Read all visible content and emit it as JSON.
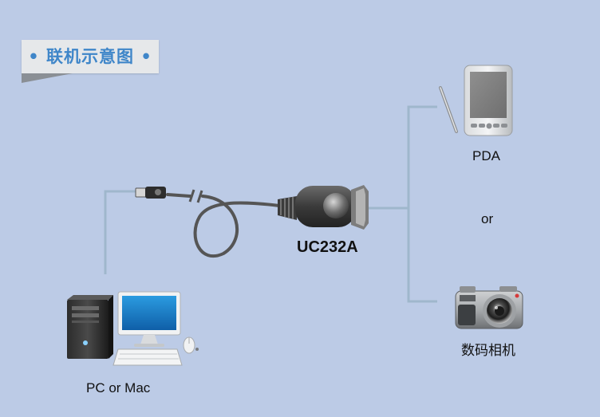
{
  "title": {
    "text": "联机示意图",
    "dot": "•"
  },
  "labels": {
    "pda": "PDA",
    "or": "or",
    "camera": "数码相机",
    "adapter": "UC232A",
    "pc": "PC or Mac"
  },
  "colors": {
    "background": "#bccbe6",
    "title_text": "#3f86c9",
    "connector_line": "#9fb7cc",
    "cable": "#555555"
  },
  "icons": [
    "pda-icon",
    "stylus-icon",
    "camera-icon",
    "pc-tower-icon",
    "monitor-icon",
    "keyboard-icon",
    "mouse-icon",
    "usb-plug-icon",
    "serial-adapter-icon"
  ]
}
